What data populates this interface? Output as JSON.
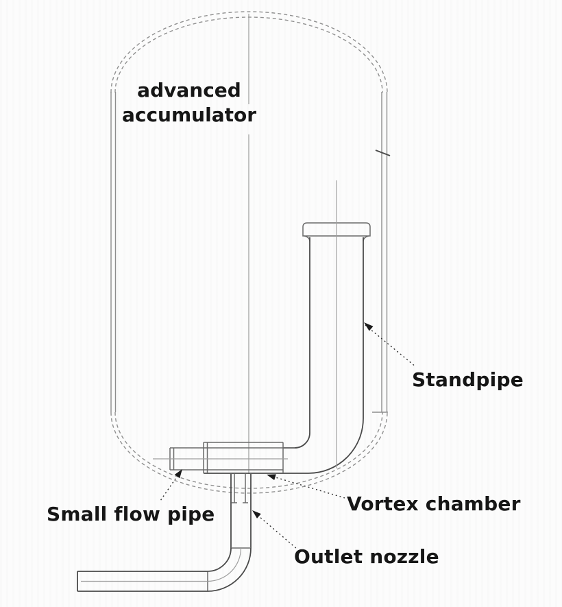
{
  "diagram": {
    "title": {
      "line1": "advanced",
      "line2": "accumulator"
    },
    "part_labels": {
      "standpipe": "Standpipe",
      "small_flow_pipe": "Small flow pipe",
      "vortex_chamber": "Vortex chamber",
      "outlet_nozzle": "Outlet nozzle"
    },
    "parts": [
      "advanced accumulator vessel",
      "standpipe",
      "small flow pipe",
      "vortex chamber",
      "outlet nozzle",
      "outlet elbow pipe"
    ],
    "colors": {
      "background": "#fcfcfc",
      "vessel_line": "#8d8d8d",
      "pipe_line": "#4a4a4a",
      "centerline": "#9f9f9f",
      "text": "#161616"
    }
  }
}
